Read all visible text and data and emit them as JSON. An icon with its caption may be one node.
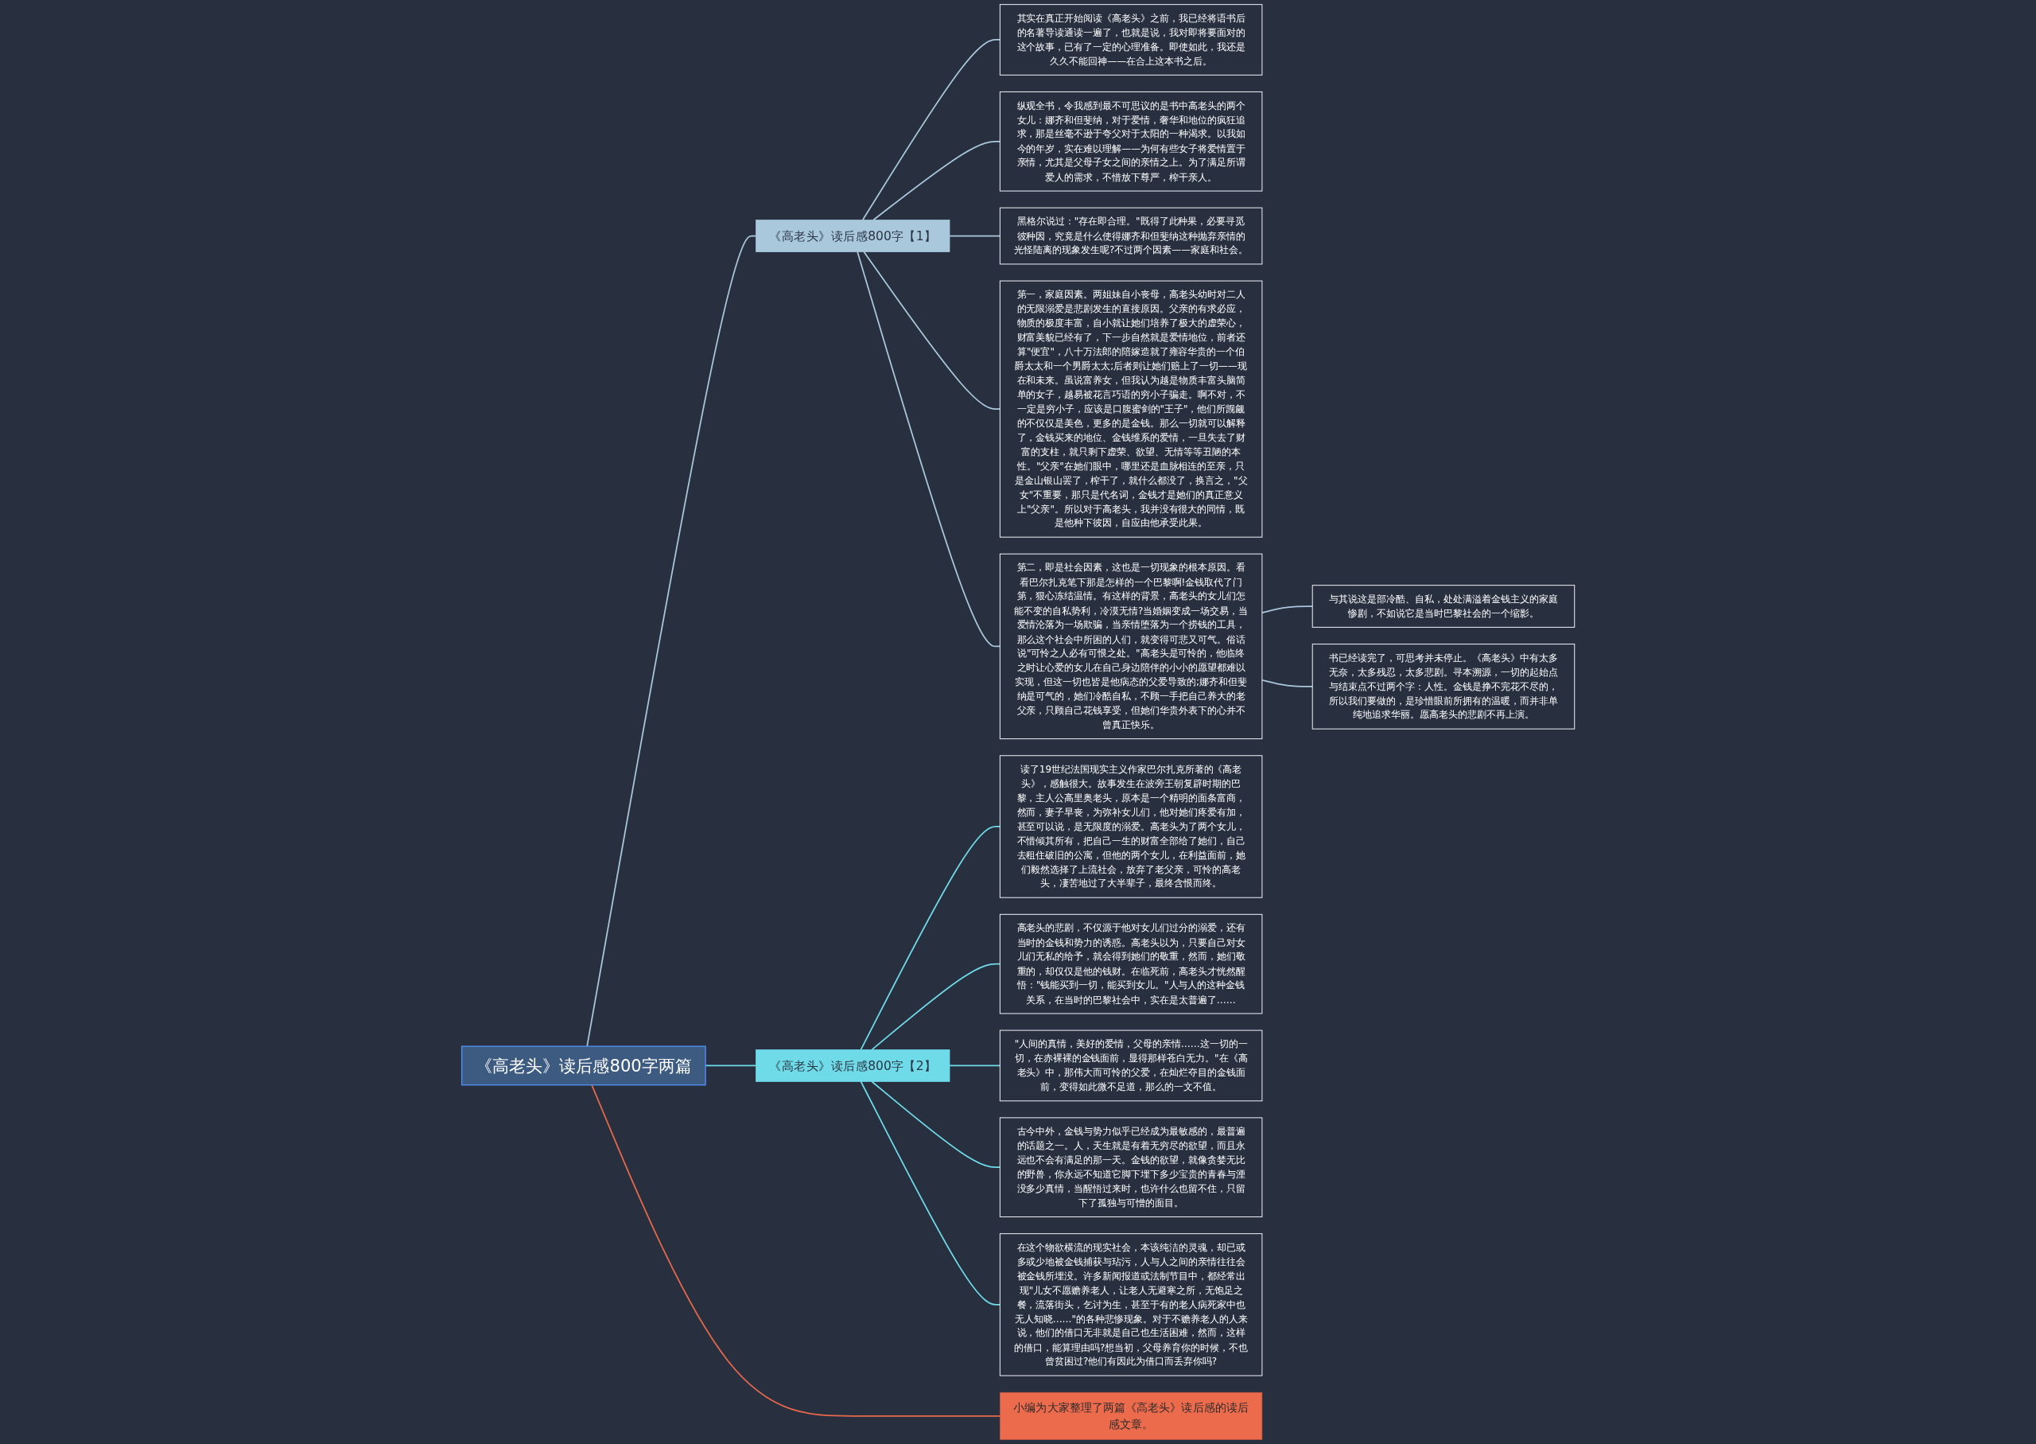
{
  "diagram": {
    "nodes": [
      {
        "text": [
          "《高老头》读后感800字两篇"
        ]
      },
      {
        "text": [
          "小编为大家整理了两篇《高老头》读后感的读后感文章。"
        ]
      },
      {
        "text": [
          "《高老头》读后感800字【1】"
        ]
      },
      {
        "text": [
          "其实在真正开始阅读《高老头》之前，我已经将语书后的名著导读通读一遍了，也就是说，我对即将要面对的这个故事，已有了一定的心理准备。即使如此，我还是久久不能回神——在合上这本书之后。"
        ]
      },
      {
        "text": [
          "纵观全书，令我感到最不可思议的是书中高老头的两个女儿：娜齐和但斐纳，对于爱情，奢华和地位的疯狂追求，那是丝毫不逊于夸父对于太阳的一种渴求。以我如今的年岁，实在难以理解——为何有些女子将爱情置于亲情，尤其是父母子女之间的亲情之上。为了满足所谓爱人的需求，不惜放下尊严，榨干亲人。"
        ]
      },
      {
        "text": [
          "黑格尔说过：\"存在即合理。\"既得了此种果，必要寻觅彼种因，究竟是什么使得娜齐和但斐纳这种抛弃亲情的光怪陆离的现象发生呢?不过两个因素——家庭和社会。"
        ]
      },
      {
        "text": [
          "第一，家庭因素。两姐妹自小丧母，高老头幼时对二人的无限溺爱是悲剧发生的直接原因。父亲的有求必应，物质的极度丰富，自小就让她们培养了极大的虚荣心，财富美貌已经有了，下一步自然就是爱情地位，前者还算\"便宜\"，八十万法郎的陪嫁造就了雍容华贵的一个伯爵太太和一个男爵太太;后者则让她们赔上了一切——现在和未来。虽说富养女，但我认为越是物质丰富头脑简单的女子，越易被花言巧语的穷小子骗走。啊不对，不一定是穷小子，应该是口腹蜜剑的\"王子\"，他们所觊觎的不仅仅是美色，更多的是金钱。那么一切就可以解释了，金钱买来的地位、金钱维系的爱情，一旦失去了财富的支柱，就只剩下虚荣、欲望、无情等等丑陋的本性。\"父亲\"在她们眼中，哪里还是血脉相连的至亲，只是金山银山罢了，榨干了，就什么都没了，换言之，\"父女\"不重要，那只是代名词，金钱才是她们的真正意义上\"父亲\"。所以对于高老头，我并没有很大的同情，既是他种下彼因，自应由他承受此果。"
        ]
      },
      {
        "text": [
          "第二，即是社会因素，这也是一切现象的根本原因。看看巴尔扎克笔下那是怎样的一个巴黎啊!金钱取代了门第，狠心冻结温情。有这样的背景，高老头的女儿们怎能不变的自私势利，冷漠无情?当婚姻变成一场交易，当爱情沦落为一场欺骗，当亲情堕落为一个捞钱的工具，那么这个社会中所困的人们，就变得可悲又可气。俗话说\"可怜之人必有可恨之处。\"高老头是可怜的，他临终之时让心爱的女儿在自己身边陪伴的小小的愿望都难以实现，但这一切也皆是他病态的父爱导致的;娜齐和但斐纳是可气的，她们冷酷自私，不顾一手把自己养大的老父亲，只顾自己花钱享受，但她们华贵外表下的心并不曾真正快乐。"
        ]
      },
      {
        "text": [
          "与其说这是部冷酷、自私，处处满溢着金钱主义的家庭惨剧，不如说它是当时巴黎社会的一个缩影。"
        ]
      },
      {
        "text": [
          "书已经读完了，可思考并未停止。《高老头》中有太多无奈，太多残忍，太多悲剧。寻本溯源，一切的起始点与结束点不过两个字：人性。金钱是挣不完花不尽的，所以我们要做的，是珍惜眼前所拥有的温暖，而并非单纯地追求华丽。愿高老头的悲剧不再上演。"
        ]
      },
      {
        "text": [
          "《高老头》读后感800字【2】"
        ]
      },
      {
        "text": [
          "读了19世纪法国现实主义作家巴尔扎克所著的《高老头》，感触很大。故事发生在波旁王朝复辟时期的巴黎，主人公高里奥老头，原本是一个精明的面条富商，然而，妻子早丧，为弥补女儿们，他对她们疼爱有加，甚至可以说，是无限度的溺爱。高老头为了两个女儿，不惜倾其所有，把自己一生的财富全部给了她们，自己去租住破旧的公寓，但他的两个女儿，在利益面前，她们毅然选择了上流社会，放弃了老父亲，可怜的高老头，凄苦地过了大半辈子，最终含恨而终。"
        ]
      },
      {
        "text": [
          "高老头的悲剧，不仅源于他对女儿们过分的溺爱，还有当时的金钱和势力的诱惑。高老头以为，只要自己对女儿们无私的给予，就会得到她们的敬重，然而，她们敬重的，却仅仅是他的钱财。在临死前，高老头才恍然醒悟：\"钱能买到一切，能买到女儿。\"人与人的这种金钱关系，在当时的巴黎社会中，实在是太普遍了……"
        ]
      },
      {
        "text": [
          "\"人间的真情，美好的爱情，父母的亲情……这一切的一切，在赤裸裸的金钱面前，显得那样苍白无力。\"在《高老头》中，那伟大而可怜的父爱，在灿烂夺目的金钱面前，变得如此微不足道，那么的一文不值。"
        ]
      },
      {
        "text": [
          "古今中外，金钱与势力似乎已经成为最敏感的，最普遍的话题之一。人，天生就是有着无穷尽的欲望，而且永远也不会有满足的那一天。金钱的欲望，就像贪婪无比的野兽，你永远不知道它脚下埋下多少宝贵的青春与湮没多少真情，当醒悟过来时，也许什么也留不住，只留下了孤独与可憎的面目。"
        ]
      },
      {
        "text": [
          "在这个物欲横流的现实社会，本该纯洁的灵魂，却已或多或少地被金钱捕获与玷污，人与人之间的亲情往往会被金钱所埋没。许多新闻报道或法制节目中，都经常出现\"儿女不愿赡养老人，让老人无避寒之所，无饱足之餐，流落街头，乞讨为生，甚至于有的老人病死家中也无人知晓……\"的各种悲惨现象。对于不赡养老人的人来说，他们的借口无非就是自己也生活困难，然而，这样的借口，能算理由吗?想当初，父母养育你的时候，不也曾贫困过?他们有因此为借口而丢弃你吗?"
        ]
      }
    ],
    "edges": [
      {
        "from": 0,
        "to": 1,
        "arrow": "none",
        "color": "#e8694a"
      },
      {
        "from": 0,
        "to": 2,
        "arrow": "none",
        "color": "#a9c8dc"
      },
      {
        "from": 0,
        "to": 10,
        "arrow": "none"
      },
      {
        "from": 2,
        "to": 3,
        "arrow": "none",
        "color": "#a9c8dc"
      },
      {
        "from": 2,
        "to": 4,
        "arrow": "none",
        "color": "#a9c8dc"
      },
      {
        "from": 2,
        "to": 5,
        "arrow": "none",
        "color": "#a9c8dc"
      },
      {
        "from": 2,
        "to": 6,
        "arrow": "none",
        "color": "#a9c8dc"
      },
      {
        "from": 2,
        "to": 7,
        "arrow": "none",
        "color": "#a9c8dc"
      },
      {
        "from": 7,
        "to": 8,
        "arrow": "none",
        "color": "#a9c8dc"
      },
      {
        "from": 7,
        "to": 9,
        "arrow": "none",
        "color": "#a9c8dc"
      },
      {
        "from": 10,
        "to": 11,
        "arrow": "none"
      },
      {
        "from": 10,
        "to": 12,
        "arrow": "none"
      },
      {
        "from": 10,
        "to": 13,
        "arrow": "none"
      },
      {
        "from": 10,
        "to": 14,
        "arrow": "none"
      },
      {
        "from": 10,
        "to": 15,
        "arrow": "none"
      }
    ]
  }
}
